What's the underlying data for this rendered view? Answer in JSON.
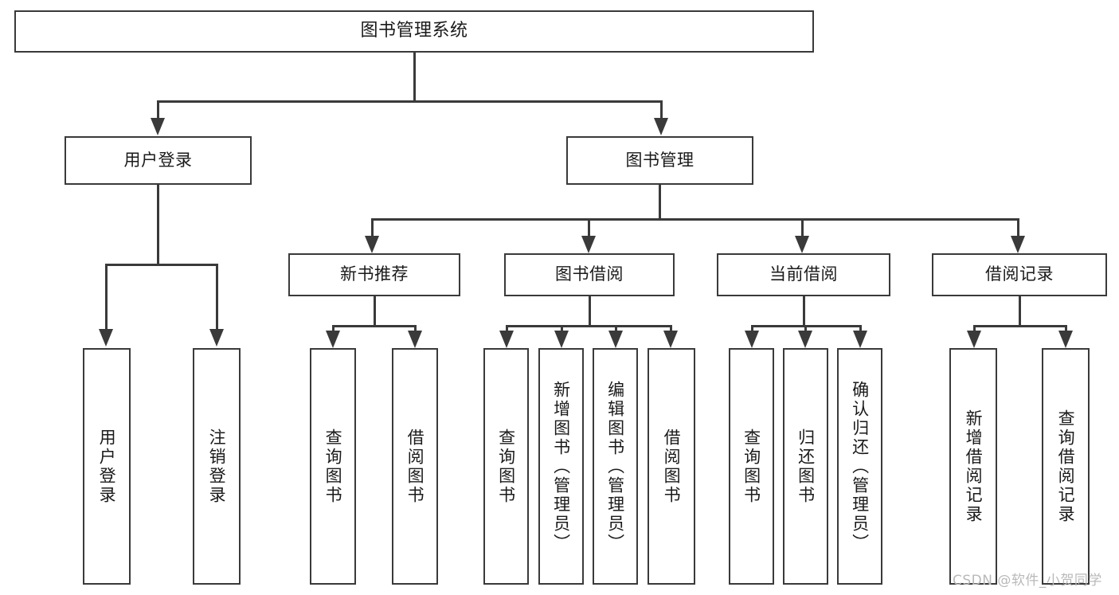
{
  "diagram": {
    "type": "tree-hierarchy",
    "title": "图书管理系统",
    "root": {
      "label": "图书管理系统"
    },
    "level2": [
      {
        "id": "user-login",
        "label": "用户登录"
      },
      {
        "id": "book-management",
        "label": "图书管理"
      }
    ],
    "level3": [
      {
        "id": "new-book-recommend",
        "label": "新书推荐",
        "parent": "book-management"
      },
      {
        "id": "book-borrow",
        "label": "图书借阅",
        "parent": "book-management"
      },
      {
        "id": "current-borrow",
        "label": "当前借阅",
        "parent": "book-management"
      },
      {
        "id": "borrow-record",
        "label": "借阅记录",
        "parent": "book-management"
      }
    ],
    "leaves": [
      {
        "id": "leaf-user-login",
        "label": "用户登录",
        "parent": "user-login"
      },
      {
        "id": "leaf-logout-login",
        "label": "注销登录",
        "parent": "user-login"
      },
      {
        "id": "leaf-query-book-1",
        "label": "查询图书",
        "parent": "new-book-recommend"
      },
      {
        "id": "leaf-borrow-book-1",
        "label": "借阅图书",
        "parent": "new-book-recommend"
      },
      {
        "id": "leaf-query-book-2",
        "label": "查询图书",
        "parent": "book-borrow"
      },
      {
        "id": "leaf-add-book",
        "label": "新增图书（管理员）",
        "parent": "book-borrow"
      },
      {
        "id": "leaf-edit-book",
        "label": "编辑图书（管理员）",
        "parent": "book-borrow"
      },
      {
        "id": "leaf-borrow-book-2",
        "label": "借阅图书",
        "parent": "book-borrow"
      },
      {
        "id": "leaf-query-book-3",
        "label": "查询图书",
        "parent": "current-borrow"
      },
      {
        "id": "leaf-return-book",
        "label": "归还图书",
        "parent": "current-borrow"
      },
      {
        "id": "leaf-confirm-return",
        "label": "确认归还（管理员）",
        "parent": "current-borrow"
      },
      {
        "id": "leaf-add-borrow-record",
        "label": "新增借阅记录",
        "parent": "borrow-record"
      },
      {
        "id": "leaf-query-borrow-record",
        "label": "查询借阅记录",
        "parent": "borrow-record"
      }
    ],
    "colors": {
      "stroke": "#3a3a3a",
      "fill": "#ffffff",
      "text": "#1a1a1a",
      "watermark": "#b9b9b9"
    }
  },
  "watermark": {
    "text": "CSDN @软件_小贺同学"
  }
}
